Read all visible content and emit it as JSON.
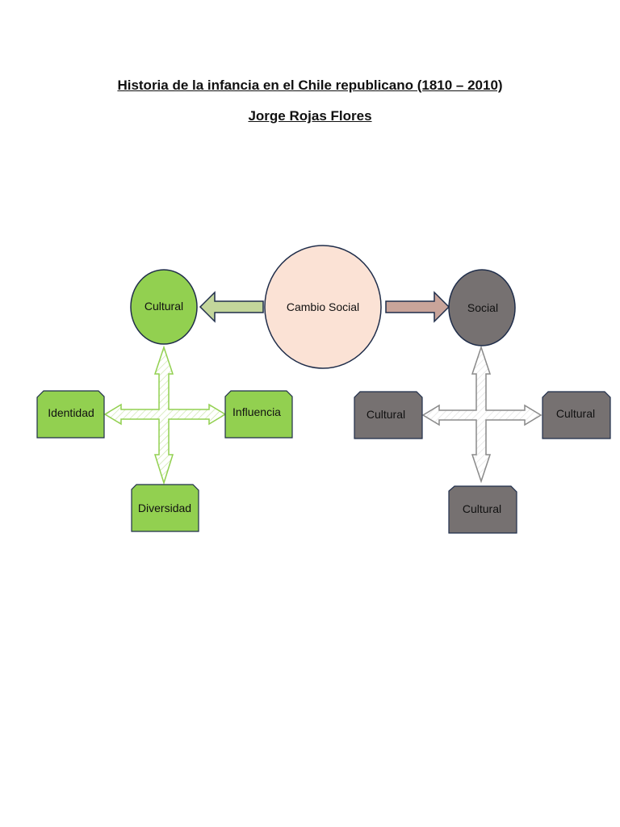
{
  "document": {
    "title": "Historia de la infancia en el Chile republicano (1810 – 2010)",
    "author": "Jorge Rojas Flores"
  },
  "diagram": {
    "center": {
      "label": "Cambio Social",
      "color": "#fbe2d5"
    },
    "left": {
      "color": "#92d050",
      "hub": "Cultural",
      "west": "Identidad",
      "east": "Influencia",
      "south": "Diversidad"
    },
    "right": {
      "color": "#767171",
      "hub": "Social",
      "west": "Cultural",
      "east": "Cultural",
      "south": "Cultural"
    },
    "arrow_colors": {
      "to_left": "#c3d69b",
      "to_right": "#c9a49a"
    }
  }
}
